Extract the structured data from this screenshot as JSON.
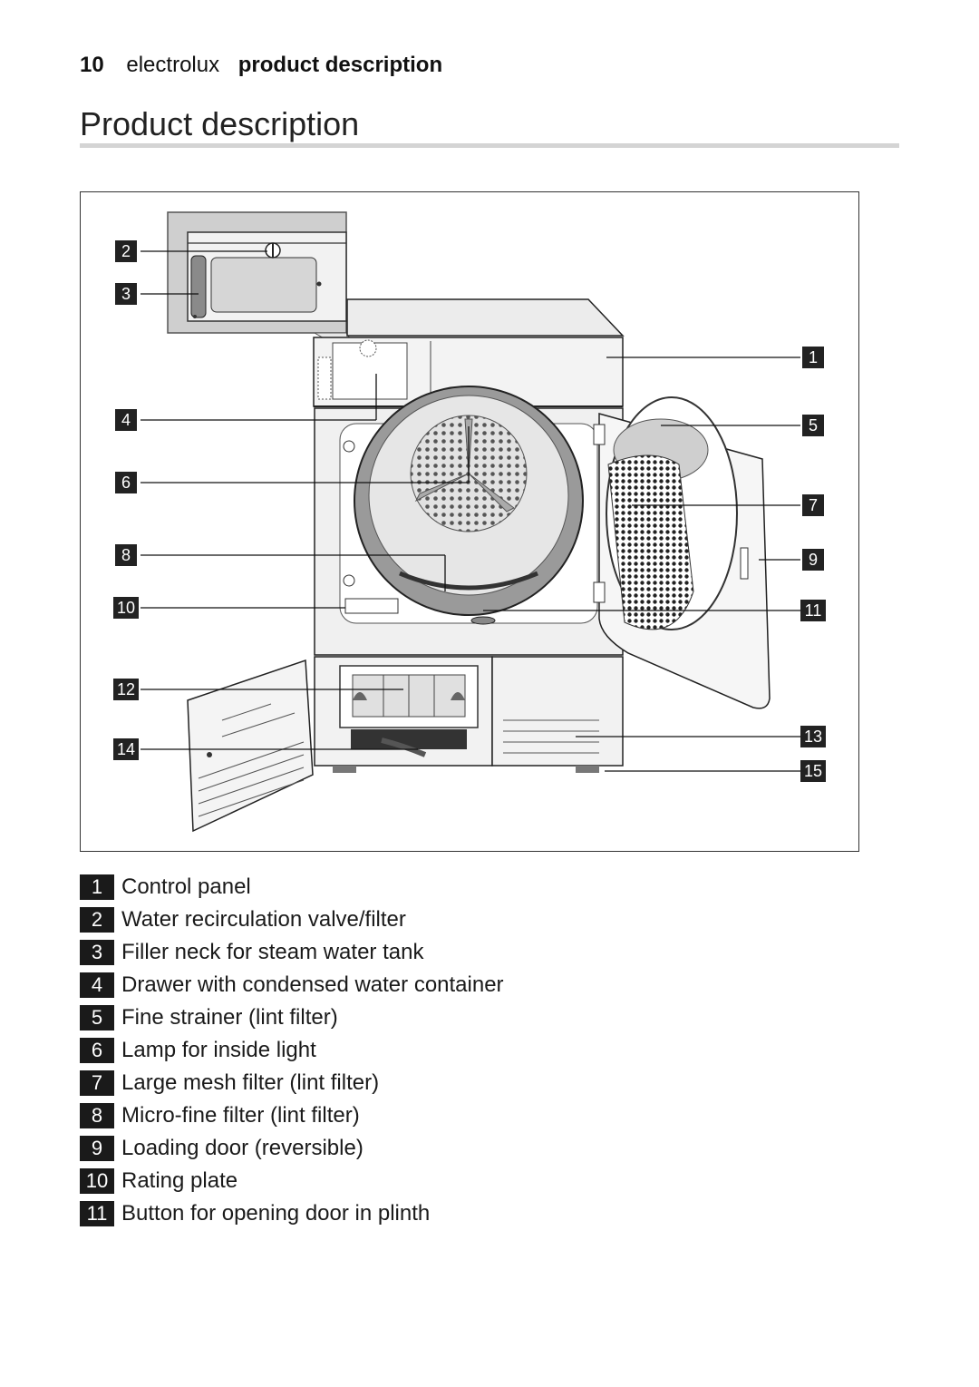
{
  "header": {
    "page_number": "10",
    "brand": "electrolux",
    "section": "product description"
  },
  "title": "Product description",
  "figure": {
    "callouts": [
      "1",
      "2",
      "3",
      "4",
      "5",
      "6",
      "7",
      "8",
      "9",
      "10",
      "11",
      "12",
      "13",
      "14",
      "15"
    ]
  },
  "legend": [
    {
      "num": "1",
      "text": "Control panel"
    },
    {
      "num": "2",
      "text": "Water recirculation valve/filter"
    },
    {
      "num": "3",
      "text": "Filler neck for steam water tank"
    },
    {
      "num": "4",
      "text": "Drawer with condensed water container"
    },
    {
      "num": "5",
      "text": "Fine strainer (lint filter)"
    },
    {
      "num": "6",
      "text": "Lamp for inside light"
    },
    {
      "num": "7",
      "text": "Large mesh filter (lint filter)"
    },
    {
      "num": "8",
      "text": "Micro-fine filter (lint filter)"
    },
    {
      "num": "9",
      "text": "Loading door (reversible)"
    },
    {
      "num": "10",
      "text": "Rating plate"
    },
    {
      "num": "11",
      "text": "Button for opening door in plinth"
    }
  ]
}
